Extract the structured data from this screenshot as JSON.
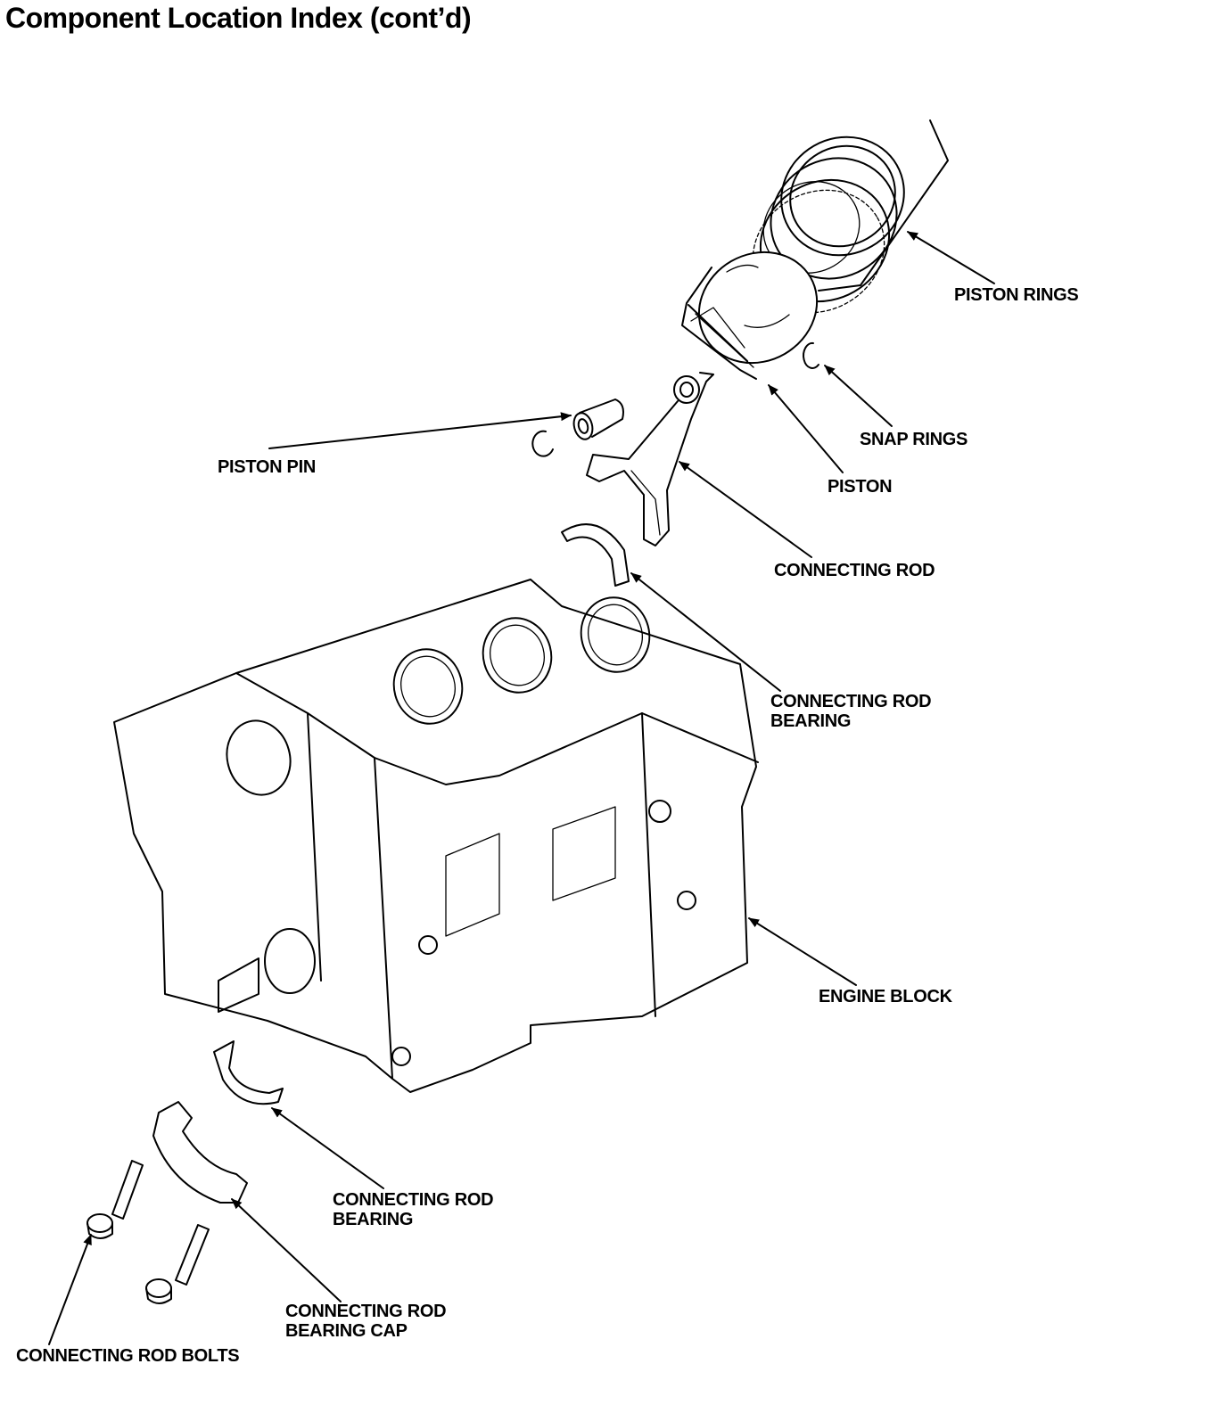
{
  "title": "Component Location Index (cont’d)",
  "labels": {
    "piston_rings": "PISTON RINGS",
    "snap_rings": "SNAP RINGS",
    "piston": "PISTON",
    "piston_pin": "PISTON PIN",
    "connecting_rod": "CONNECTING ROD",
    "connecting_rod_bearing_upper": "CONNECTING ROD\nBEARING",
    "engine_block": "ENGINE BLOCK",
    "connecting_rod_bearing_lower": "CONNECTING ROD\nBEARING",
    "connecting_rod_bearing_cap": "CONNECTING ROD\nBEARING CAP",
    "connecting_rod_bolts": "CONNECTING ROD BOLTS"
  }
}
